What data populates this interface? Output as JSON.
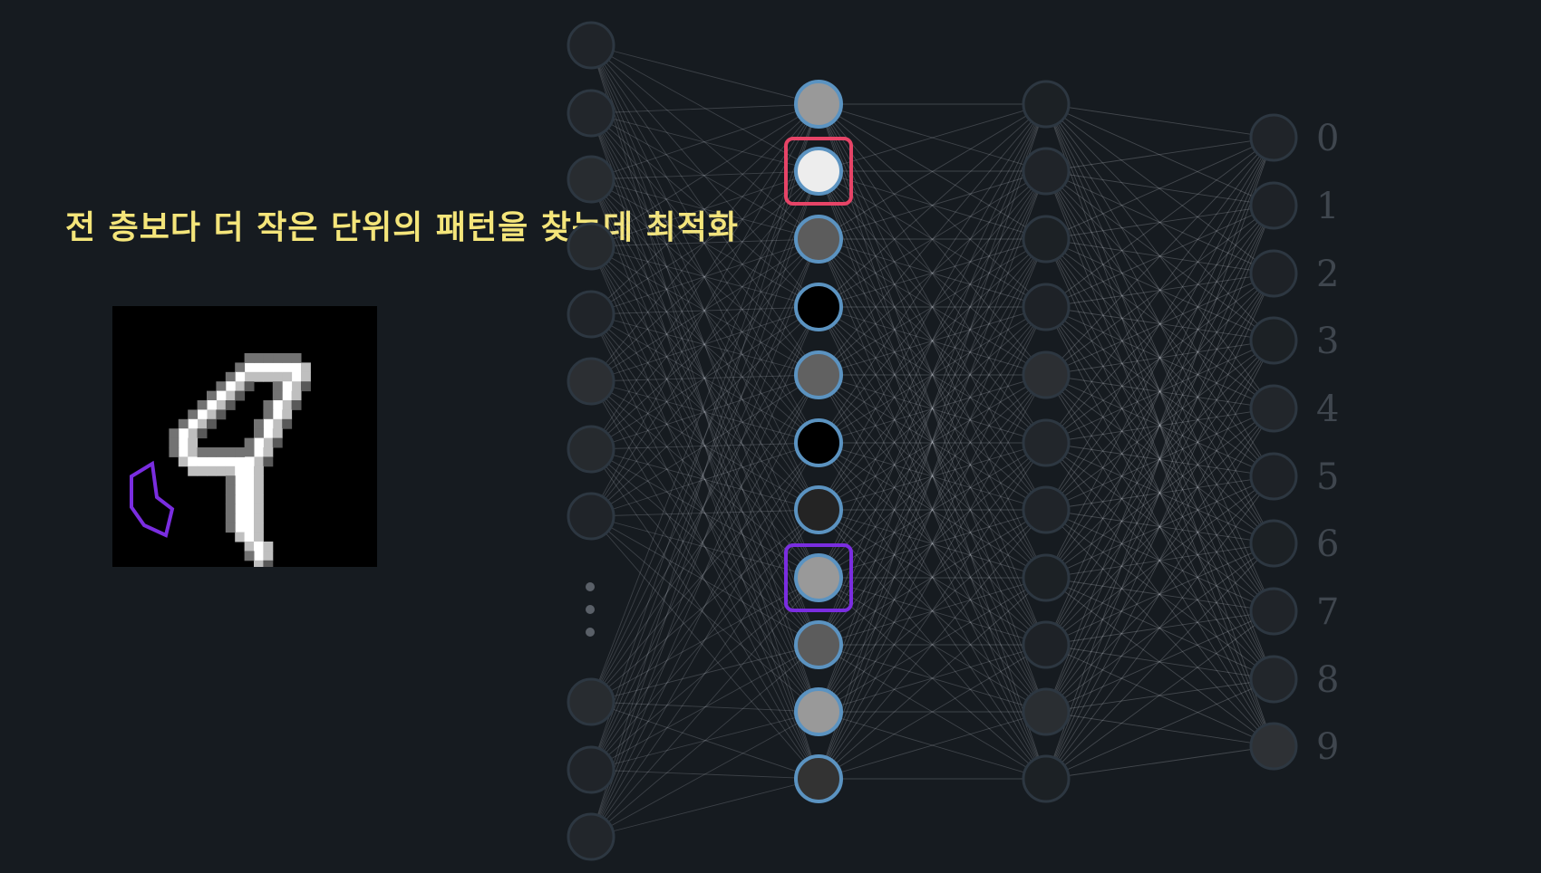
{
  "caption": "전 층보다 더 작은 단위의 패턴을 찾는데 최적화",
  "colors": {
    "background": "#161b20",
    "caption": "#f4e57a",
    "neuron_border": "#2d3741",
    "highlight_border": "#5b93c1",
    "red_box": "#e64467",
    "purple_box": "#7a2de0",
    "edge": "#c4cad0"
  },
  "diagram": {
    "input_layer": {
      "activations": [
        0.1,
        0.12,
        0.18,
        0.16,
        0.1,
        0.22,
        0.16,
        0.1,
        0.18,
        0.1,
        0.12
      ],
      "ellipsis": "⋮"
    },
    "hidden_layer_1": {
      "highlighted": true,
      "activations": [
        0.6,
        0.93,
        0.36,
        0.0,
        0.38,
        0.0,
        0.14,
        0.6,
        0.36,
        0.6,
        0.2
      ],
      "red_box_index": 1,
      "purple_box_index": 7
    },
    "hidden_layer_2": {
      "activations": [
        0.06,
        0.1,
        0.06,
        0.08,
        0.22,
        0.12,
        0.1,
        0.06,
        0.08,
        0.2,
        0.06
      ]
    },
    "output_layer": {
      "labels": [
        "0",
        "1",
        "2",
        "3",
        "4",
        "5",
        "6",
        "7",
        "8",
        "9"
      ],
      "activations": [
        0.1,
        0.08,
        0.08,
        0.06,
        0.12,
        0.08,
        0.06,
        0.1,
        0.12,
        0.24
      ]
    }
  },
  "digit_image": {
    "depicts": "handwritten digit 4 (28x28 MNIST)",
    "red_box_region": "upper right stroke",
    "purple_box_region": "lower stem"
  }
}
